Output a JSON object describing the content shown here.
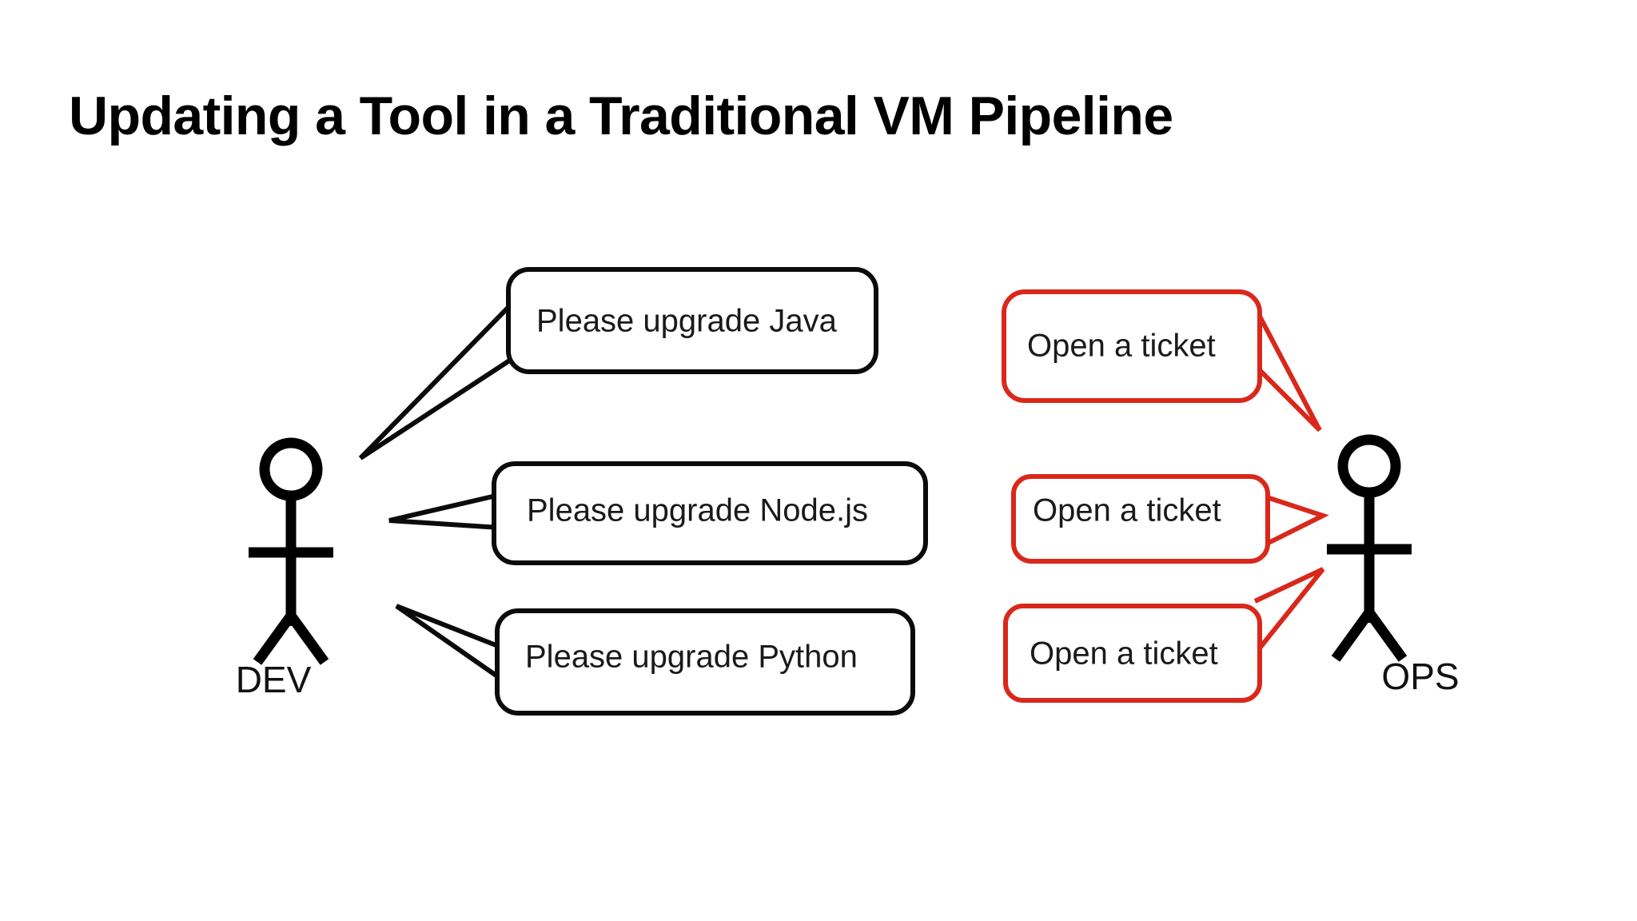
{
  "slide": {
    "title": "Updating a Tool in a Traditional VM Pipeline",
    "background_color": "#ffffff"
  },
  "colors": {
    "title_text": "#000000",
    "bubble_black_stroke": "#0b0b0b",
    "bubble_red_stroke": "#d9281b",
    "bubble_fill": "#ffffff",
    "body_text": "#1a1a1a",
    "figure_stroke": "#000000"
  },
  "actors": [
    {
      "id": "dev",
      "label": "DEV",
      "side": "left",
      "icon": "stick-figure-icon"
    },
    {
      "id": "ops",
      "label": "OPS",
      "side": "right",
      "icon": "stick-figure-icon"
    }
  ],
  "dev_requests": [
    {
      "index": 1,
      "text": "Please upgrade Java",
      "color": "#0b0b0b",
      "tail_direction": "down-left"
    },
    {
      "index": 2,
      "text": "Please upgrade Node.js",
      "color": "#0b0b0b",
      "tail_direction": "left"
    },
    {
      "index": 3,
      "text": "Please upgrade Python",
      "color": "#0b0b0b",
      "tail_direction": "up-left"
    }
  ],
  "ops_responses": [
    {
      "index": 1,
      "text": "Open a ticket",
      "color": "#d9281b",
      "tail_direction": "down-right"
    },
    {
      "index": 2,
      "text": "Open a ticket",
      "color": "#d9281b",
      "tail_direction": "right"
    },
    {
      "index": 3,
      "text": "Open a ticket",
      "color": "#d9281b",
      "tail_direction": "up-right"
    }
  ]
}
